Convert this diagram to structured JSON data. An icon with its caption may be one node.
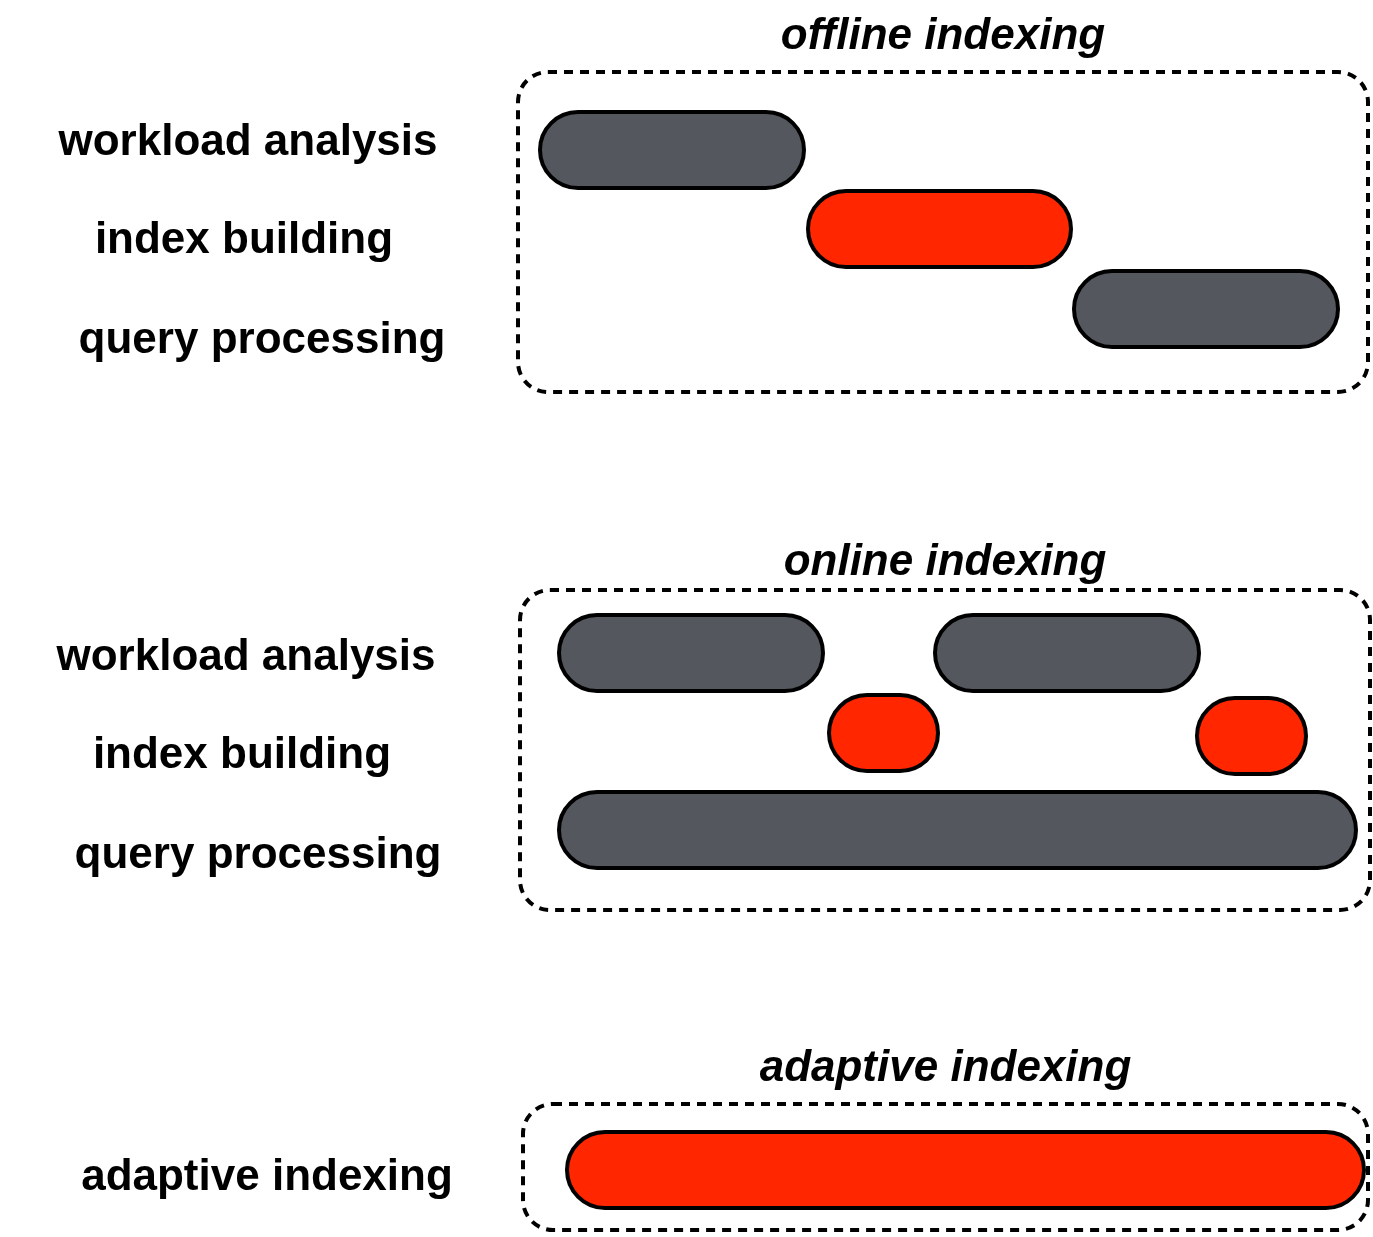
{
  "diagram": {
    "nodes": [
      {
        "text": [
          "offline indexing"
        ]
      },
      {
        "text": [],
        "shape": "bar",
        "in": 0
      },
      {
        "text": [],
        "shape": "bar",
        "in": 0
      },
      {
        "text": [],
        "shape": "bar",
        "in": 0
      },
      {
        "text": [
          "online indexing"
        ]
      },
      {
        "text": [],
        "shape": "bar",
        "in": 4
      },
      {
        "text": [],
        "shape": "bar",
        "in": 4
      },
      {
        "text": [],
        "shape": "bar",
        "in": 4
      },
      {
        "text": [],
        "shape": "bar",
        "in": 4
      },
      {
        "text": [],
        "shape": "bar",
        "in": 4
      },
      {
        "text": [
          "adaptive indexing"
        ]
      },
      {
        "text": [],
        "shape": "bar",
        "in": 10
      }
    ],
    "labels": [
      "workload analysis",
      "index building",
      "query processing",
      "workload analysis",
      "index building",
      "query processing",
      "adaptive indexing"
    ]
  }
}
